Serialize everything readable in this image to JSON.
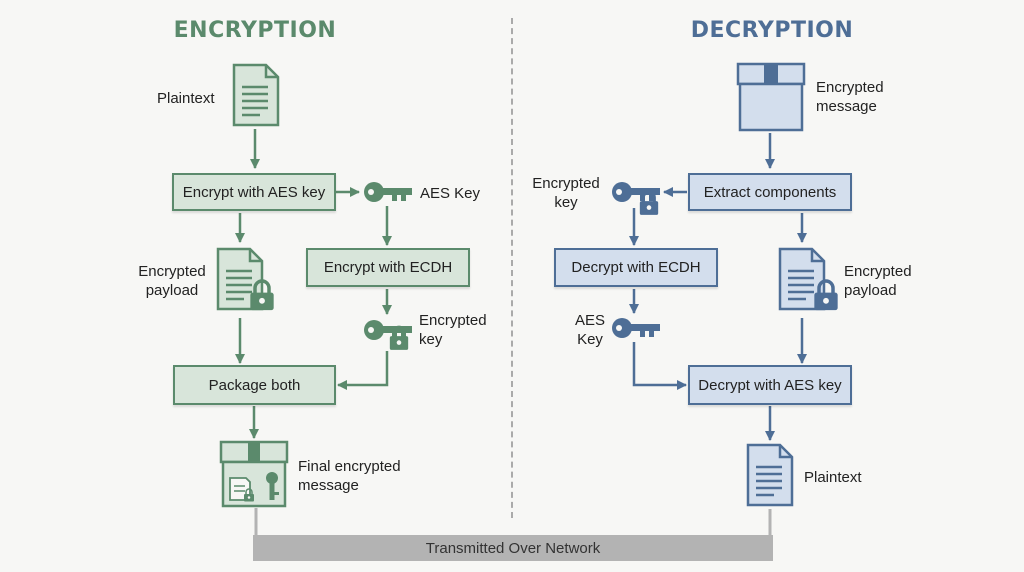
{
  "encryption": {
    "title": "ENCRYPTION",
    "plaintext_label": "Plaintext",
    "encrypt_aes_box": "Encrypt with AES key",
    "aes_key_label": "AES Key",
    "encrypted_payload_label": [
      "Encrypted",
      "payload"
    ],
    "encrypt_ecdh_box": "Encrypt with ECDH",
    "encrypted_key_label": [
      "Encrypted",
      "key"
    ],
    "package_box": "Package both",
    "final_message_label": [
      "Final encrypted",
      "message"
    ]
  },
  "decryption": {
    "title": "DECRYPTION",
    "encrypted_message_label": [
      "Encrypted",
      "message"
    ],
    "extract_box": "Extract components",
    "encrypted_key_label": [
      "Encrypted",
      "key"
    ],
    "decrypt_ecdh_box": "Decrypt with ECDH",
    "encrypted_payload_label": [
      "Encrypted",
      "payload"
    ],
    "aes_key_label": [
      "AES",
      "Key"
    ],
    "decrypt_aes_box": "Decrypt with AES key",
    "plaintext_label": "Plaintext"
  },
  "network_label": "Transmitted Over Network",
  "colors": {
    "green": "#5b8a6c",
    "green_fill": "#d8e5da",
    "blue": "#4e6e96",
    "blue_fill": "#d3deed",
    "network_bar": "#b3b3b3"
  },
  "icons": [
    "document-icon",
    "key-icon",
    "lock-icon",
    "package-box-icon"
  ]
}
